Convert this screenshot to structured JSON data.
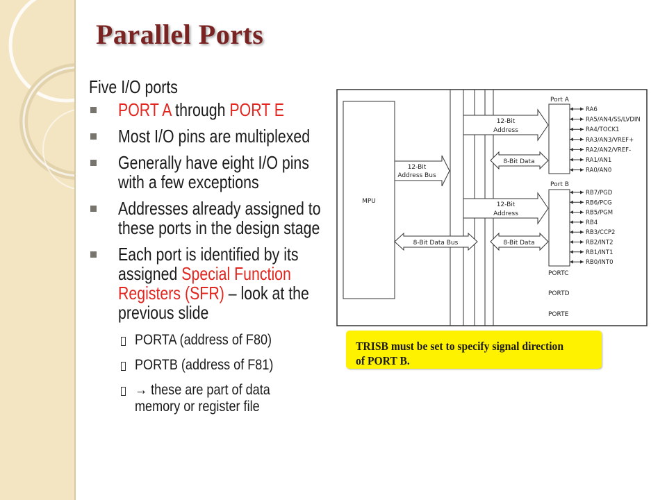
{
  "slide": {
    "title": "Parallel Ports",
    "intro": "Five I/O ports",
    "bullets": {
      "b1": {
        "part1": "PORT A",
        "part2": " through ",
        "part3": "PORT E"
      },
      "b2": "Most I/O pins are multiplexed",
      "b3": {
        "line1": "Generally have eight I/O pins",
        "line2": "with a few exceptions"
      },
      "b4": {
        "line1": "Addresses already assigned to",
        "line2": "these ports in the design stage"
      },
      "b5": {
        "line1": "Each port is identified by its",
        "line2a": "assigned ",
        "line2b": "Special Function",
        "line3a": "Registers (SFR)",
        "line3b": " – look at the",
        "line4": "previous slide"
      }
    },
    "subbullets": {
      "s1": "PORTA (address of F80)",
      "s2": "PORTB (address of F81)",
      "s3": {
        "line1": "→ these are part of data",
        "line2": "memory or register file"
      }
    },
    "note": {
      "line1": "TRISB must be set to specify signal direction",
      "line2": "of PORT B."
    }
  },
  "diagram": {
    "mpu": "MPU",
    "addr_bus_1": "12-Bit",
    "addr_bus_2": "Address Bus",
    "data_bus": "8-Bit Data Bus",
    "port_a": "Port A",
    "port_b": "Port B",
    "addr_a_1": "12-Bit",
    "addr_a_2": "Address",
    "data_a": "8-Bit Data",
    "addr_b_1": "12-Bit",
    "addr_b_2": "Address",
    "data_b": "8-Bit Data",
    "pins_a": [
      "RA6",
      "RA5/AN4/SS/LVDIN",
      "RA4/TOCK1",
      "RA3/AN3/VREF+",
      "RA2/AN2/VREF-",
      "RA1/AN1",
      "RA0/AN0"
    ],
    "pins_b": [
      "RB7/PGD",
      "RB6/PCG",
      "RB5/PGM",
      "RB4",
      "RB3/CCP2",
      "RB2/INT2",
      "RB1/INT1",
      "RB0/INT0"
    ],
    "portc": "PORTC",
    "portd": "PORTD",
    "porte": "PORTE"
  },
  "colors": {
    "title": "#7a2323",
    "highlight_red": "#e0261f",
    "note_bg": "#fff200",
    "sidebar": "#f3e4c2"
  }
}
